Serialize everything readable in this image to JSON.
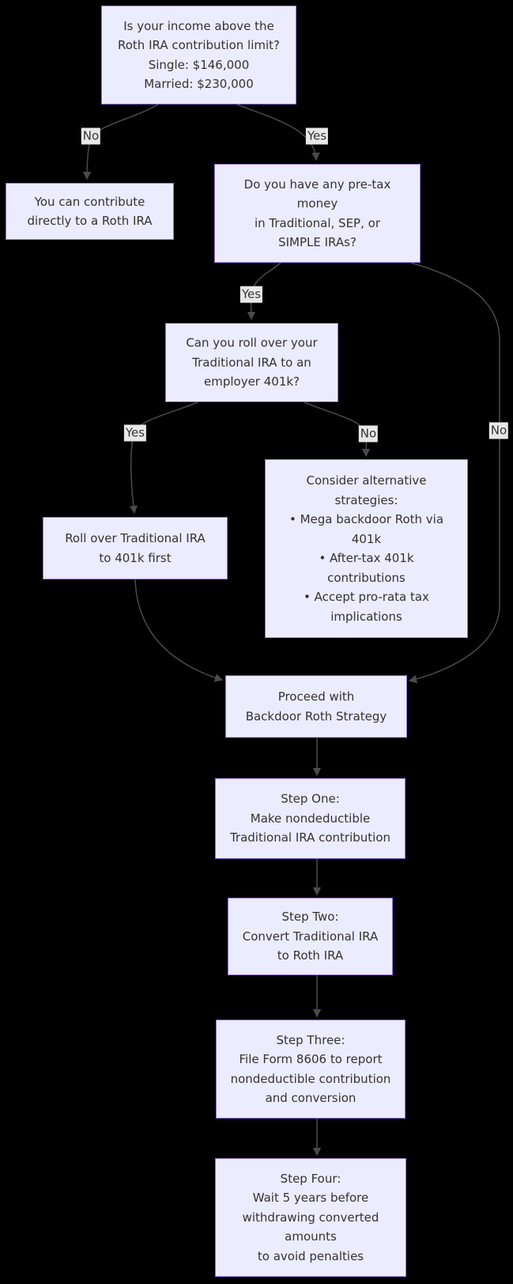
{
  "flowchart": {
    "colors": {
      "background": "#000000",
      "node_fill": "#ECECFF",
      "node_border": "#9370DB",
      "node_text": "#333333",
      "edge_line": "#4a4a4a",
      "edge_label_background": "#e8e8e8",
      "edge_label_text": "#333333"
    },
    "nodes": {
      "income_limit": {
        "lines": [
          "Is your income above the",
          "Roth IRA contribution limit?",
          "Single: $146,000",
          "Married: $230,000"
        ]
      },
      "contribute_directly": {
        "lines": [
          "You can contribute",
          "directly to a Roth IRA"
        ]
      },
      "pretax_money": {
        "lines": [
          "Do you have any pre-tax",
          "money",
          "in Traditional, SEP, or",
          "SIMPLE IRAs?"
        ]
      },
      "rollover_question": {
        "lines": [
          "Can you roll over your",
          "Traditional IRA to an",
          "employer 401k?"
        ]
      },
      "rollover_first": {
        "lines": [
          "Roll over Traditional IRA",
          "to 401k first"
        ]
      },
      "alternative_strategies": {
        "lines": [
          "Consider alternative",
          "strategies:",
          "• Mega backdoor Roth via",
          "401k",
          "• After-tax 401k",
          "contributions",
          "• Accept pro-rata tax",
          "implications"
        ]
      },
      "proceed_backdoor": {
        "lines": [
          "Proceed with",
          "Backdoor Roth Strategy"
        ]
      },
      "step_one": {
        "lines": [
          "Step One:",
          "Make nondeductible",
          "Traditional IRA contribution"
        ]
      },
      "step_two": {
        "lines": [
          "Step Two:",
          "Convert Traditional IRA",
          "to Roth IRA"
        ]
      },
      "step_three": {
        "lines": [
          "Step Three:",
          "File Form 8606 to report",
          "nondeductible contribution",
          "and conversion"
        ]
      },
      "step_four": {
        "lines": [
          "Step Four:",
          "Wait 5 years before",
          "withdrawing converted",
          "amounts",
          "to avoid penalties"
        ]
      }
    },
    "edges": [
      {
        "from": "income_limit",
        "to": "contribute_directly",
        "label": "No"
      },
      {
        "from": "income_limit",
        "to": "pretax_money",
        "label": "Yes"
      },
      {
        "from": "pretax_money",
        "to": "rollover_question",
        "label": "Yes"
      },
      {
        "from": "pretax_money",
        "to": "proceed_backdoor",
        "label": "No"
      },
      {
        "from": "rollover_question",
        "to": "rollover_first",
        "label": "Yes"
      },
      {
        "from": "rollover_question",
        "to": "alternative_strategies",
        "label": "No"
      },
      {
        "from": "rollover_first",
        "to": "proceed_backdoor",
        "label": ""
      },
      {
        "from": "proceed_backdoor",
        "to": "step_one",
        "label": ""
      },
      {
        "from": "step_one",
        "to": "step_two",
        "label": ""
      },
      {
        "from": "step_two",
        "to": "step_three",
        "label": ""
      },
      {
        "from": "step_three",
        "to": "step_four",
        "label": ""
      }
    ]
  }
}
